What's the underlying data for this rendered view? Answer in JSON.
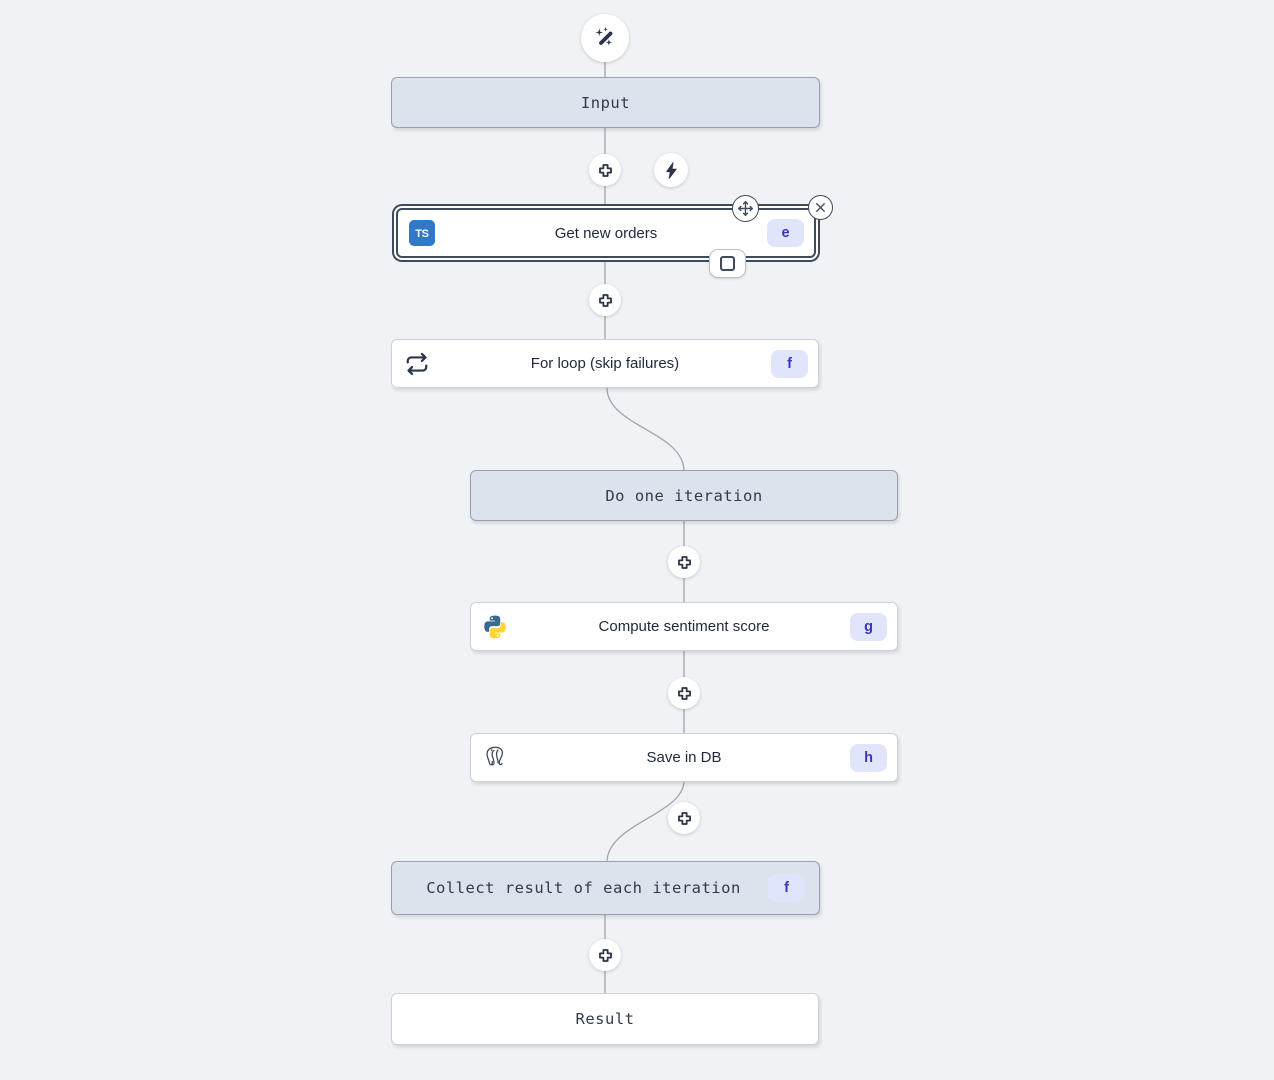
{
  "colors": {
    "background": "#f0f2f5",
    "edge": "#a0a6b0",
    "virtual_node_bg": "#dde3ec",
    "virtual_node_border": "#97a1ae",
    "node_bg": "#ffffff",
    "node_border": "#cdd2da",
    "selected_outline": "#3f4a5c",
    "badge_bg": "#e0e5fb",
    "badge_text": "#3d35b8",
    "icon_dark": "#2c3547",
    "ts_blue": "#3178c6",
    "python_blue": "#366994",
    "python_yellow": "#ffd43b"
  },
  "icons": {
    "header": "magic-wand-icon",
    "trigger": "lightning-bolt-icon",
    "insert": "plus-icon",
    "move": "move-icon",
    "close": "close-icon",
    "early_stop": "square-icon",
    "typescript_label": "TS",
    "for_loop": "loop-icon",
    "python": "python-icon",
    "postgresql": "postgresql-icon"
  },
  "nodes": {
    "input": {
      "label": "Input"
    },
    "get_new_orders": {
      "label": "Get new orders",
      "badge": "e"
    },
    "for_loop": {
      "label": "For loop (skip failures)",
      "badge": "f"
    },
    "do_one_iteration": {
      "label": "Do one iteration"
    },
    "compute_sentiment_score": {
      "label": "Compute sentiment score",
      "badge": "g"
    },
    "save_in_db": {
      "label": "Save in DB",
      "badge": "h"
    },
    "collect_result": {
      "label": "Collect result of each iteration",
      "badge": "f"
    },
    "result": {
      "label": "Result"
    }
  }
}
